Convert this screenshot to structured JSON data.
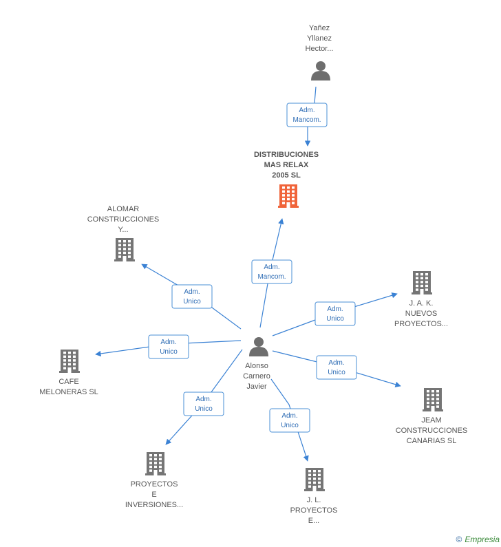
{
  "colors": {
    "edge": "#3b82d4",
    "edge_text": "#2f6db5",
    "building": "#757575",
    "building_main": "#f0643a",
    "person": "#6e6e6e"
  },
  "nodes": [
    {
      "id": "yanez",
      "kind": "person",
      "label": [
        "Yañez",
        "Yllanez",
        "Hector..."
      ]
    },
    {
      "id": "distribuciones",
      "kind": "company-main",
      "label": [
        "DISTRIBUCIONES",
        "MAS RELAX",
        "2005 SL"
      ]
    },
    {
      "id": "alomar",
      "kind": "company",
      "label": [
        "ALOMAR",
        "CONSTRUCCIONES",
        "Y..."
      ]
    },
    {
      "id": "jak",
      "kind": "company",
      "label": [
        "J. A. K.",
        "NUEVOS",
        "PROYECTOS..."
      ]
    },
    {
      "id": "cafe",
      "kind": "company",
      "label": [
        "CAFE",
        "MELONERAS SL"
      ]
    },
    {
      "id": "alonso",
      "kind": "person",
      "label": [
        "Alonso",
        "Carnero",
        "Javier"
      ]
    },
    {
      "id": "jeam",
      "kind": "company",
      "label": [
        "JEAM",
        "CONSTRUCCIONES",
        "CANARIAS SL"
      ]
    },
    {
      "id": "proyectos",
      "kind": "company",
      "label": [
        "PROYECTOS",
        "E",
        "INVERSIONES..."
      ]
    },
    {
      "id": "jl",
      "kind": "company",
      "label": [
        "J. L.",
        "PROYECTOS",
        "E..."
      ]
    }
  ],
  "edges": [
    {
      "from": "yanez",
      "to": "distribuciones",
      "label": [
        "Adm.",
        "Mancom."
      ]
    },
    {
      "from": "alonso",
      "to": "distribuciones",
      "label": [
        "Adm.",
        "Mancom."
      ]
    },
    {
      "from": "alonso",
      "to": "alomar",
      "label": [
        "Adm.",
        "Unico"
      ]
    },
    {
      "from": "alonso",
      "to": "jak",
      "label": [
        "Adm.",
        "Unico"
      ]
    },
    {
      "from": "alonso",
      "to": "cafe",
      "label": [
        "Adm.",
        "Unico"
      ]
    },
    {
      "from": "alonso",
      "to": "jeam",
      "label": [
        "Adm.",
        "Unico"
      ]
    },
    {
      "from": "alonso",
      "to": "proyectos",
      "label": [
        "Adm.",
        "Unico"
      ]
    },
    {
      "from": "alonso",
      "to": "jl",
      "label": [
        "Adm.",
        "Unico"
      ]
    }
  ],
  "footer": {
    "copyright": "©",
    "brand": "Empresia"
  }
}
